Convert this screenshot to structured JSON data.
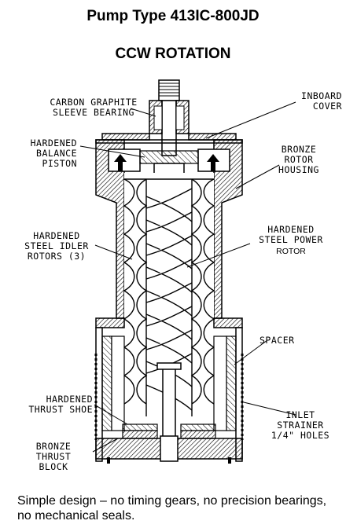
{
  "title": "Pump Type 413IC-800JD",
  "subtitle": "CCW ROTATION",
  "labels": {
    "carbon_graphite": "CARBON GRAPHITE\nSLEEVE BEARING",
    "inboard_cover": "INBOARD\nCOVER",
    "balance_piston": "HARDENED\nBALANCE\nPISTON",
    "rotor_housing": "BRONZE\nROTOR\nHOUSING",
    "idler_rotors": "HARDENED\nSTEEL IDLER\nROTORS (3)",
    "power_rotor_line1": "HARDENED\nSTEEL POWER",
    "power_rotor_line2": "ROTOR",
    "spacer": "SPACER",
    "thrust_shoe": "HARDENED\nTHRUST SHOE",
    "inlet_strainer": "INLET\nSTRAINER\n1/4\" HOLES",
    "thrust_block": "BRONZE\nTHRUST\nBLOCK"
  },
  "caption": "Simple design – no timing gears, no precision bearings, no mechanical seals."
}
